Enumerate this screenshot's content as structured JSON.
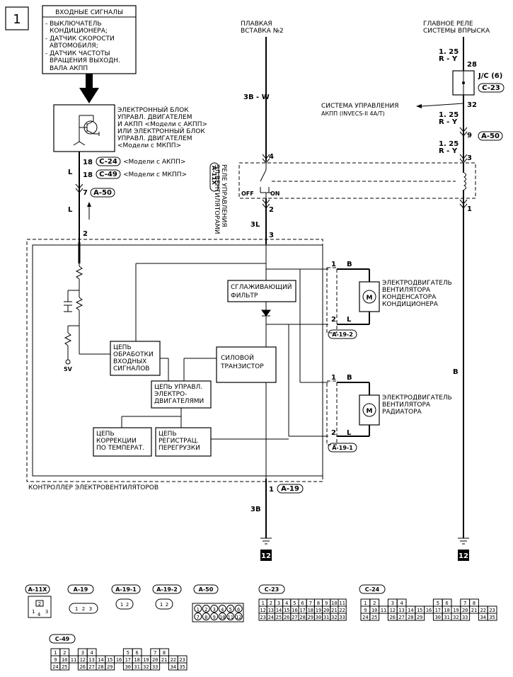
{
  "page_number": "1",
  "input_signals": {
    "title": "ВХОДНЫЕ СИГНАЛЫ",
    "lines": [
      "- ВЫКЛЮЧАТЕЛЬ",
      "КОНДИЦИОНЕРА;",
      "- ДАТЧИК СКОРОСТИ",
      "АВТОМОБИЛЯ;",
      "- ДАТЧИК ЧАСТОТЫ",
      "ВРАЩЕНИЯ ВЫХОДН.",
      "ВАЛА АКПП"
    ]
  },
  "ecu_label": [
    "ЭЛЕКТРОННЫЙ БЛОК",
    "УПРАВЛ. ДВИГАТЕЛЕМ",
    "И АКПП <Модели с АКПП>",
    "ИЛИ ЭЛЕКТРОННЫЙ БЛОК",
    "УПРАВЛ. ДВИГАТЕЛЕМ",
    "<Модели с МКПП>"
  ],
  "ecu_pins": [
    {
      "pin": "18",
      "conn": "C-24",
      "note": "<Модели с АКПП>"
    },
    {
      "pin": "18",
      "conn": "C-49",
      "note": "<Модели с МКПП>"
    }
  ],
  "fuse": [
    "ПЛАВКАЯ",
    "ВСТАВКА №2"
  ],
  "main_relay": [
    "ГЛАВНОЕ РЕЛЕ",
    "СИСТЕМЫ ВПРЫСКА"
  ],
  "wires": {
    "fuse_wire": "3B - W",
    "ecu_wire": "L",
    "ecu_wire2": "L",
    "relay_out": "3L",
    "ground_wire": "3B",
    "r_y_1": "1. 25",
    "r_y_1b": "R - Y",
    "r_y_2": "1. 25",
    "r_y_2b": "R - Y",
    "r_y_3": "1. 25",
    "r_y_3b": "R - Y",
    "b_wire": "B",
    "motor1_b": "B",
    "motor1_l": "L",
    "motor2_b": "B",
    "motor2_l": "L"
  },
  "pins": {
    "p28": "28",
    "p32": "32",
    "p9": "9",
    "p3r": "3",
    "p1r": "1",
    "p4": "4",
    "p2": "2",
    "p3": "3",
    "p7": "7",
    "p2c": "2",
    "p1g": "1",
    "m1_1": "1",
    "m1_2": "2",
    "m2_1": "1",
    "m2_2": "2"
  },
  "jc": {
    "label": "J/C (6)",
    "conn": "C-23"
  },
  "a50_conn": "A-50",
  "a50_conn2": "A-50",
  "tcu_label": [
    "СИСТЕМА УПРАВЛЕНИЯ",
    "АКПП (INVECS-II 4A/T)"
  ],
  "relay": {
    "name": [
      "РЕЛЕ УПРАВЛЕНИЯ",
      "ЭЛ.ВЕНТИЛЯТОРАМИ"
    ],
    "conn": "A-11X",
    "off": "OFF",
    "on": "ON"
  },
  "controller": {
    "label": "КОНТРОЛЛЕР ЭЛЕКТРОВЕНТИЛЯТОРОВ",
    "filter": [
      "СГЛАЖИВАЮЩИЙ",
      "ФИЛЬТР"
    ],
    "transistor": [
      "СИЛОВОЙ",
      "ТРАНЗИСТОР"
    ],
    "input_proc": [
      "ЦЕПЬ",
      "ОБРАБОТКИ",
      "ВХОДНЫХ",
      "СИГНАЛОВ"
    ],
    "motor_ctrl": [
      "ЦЕПЬ УПРАВЛ.",
      "ЭЛЕКТРО-",
      "ДВИГАТЕЛЯМИ"
    ],
    "temp_corr": [
      "ЦЕПЬ",
      "КОРРЕКЦИИ",
      "ПО ТЕМПЕРАТ."
    ],
    "overload": [
      "ЦЕПЬ",
      "РЕГИСТРАЦ.",
      "ПЕРЕГРУЗКИ"
    ],
    "v5": "5V",
    "conn": "A-19"
  },
  "motor1": {
    "label": [
      "ЭЛЕКТРОДВИГАТЕЛЬ",
      "ВЕНТИЛЯТОРА",
      "КОНДЕНСАТОРА",
      "КОНДИЦИОНЕРА"
    ],
    "conn": "A-19-2"
  },
  "motor2": {
    "label": [
      "ЭЛЕКТРОДВИГАТЕЛЬ",
      "ВЕНТИЛЯТОРА",
      "РАДИАТОРА"
    ],
    "conn": "A-19-1"
  },
  "ground_num": "12",
  "ground_num2": "12",
  "connectors": {
    "a11x": {
      "label": "A-11X",
      "pins": [
        "2",
        "1",
        "3",
        "4"
      ]
    },
    "a19": {
      "label": "A-19",
      "pins": [
        "1",
        "2",
        "3"
      ]
    },
    "a191": {
      "label": "A-19-1",
      "pins": [
        "1",
        "2"
      ]
    },
    "a192": {
      "label": "A-19-2",
      "pins": [
        "1",
        "2"
      ]
    },
    "a50": {
      "label": "A-50",
      "rows": [
        [
          "1",
          "2",
          "3",
          "4",
          "5",
          "6"
        ],
        [
          "7",
          "8",
          "9",
          "10",
          "11",
          "12"
        ]
      ]
    },
    "c23": {
      "label": "C-23",
      "rows": [
        [
          "1",
          "2",
          "3",
          "4",
          "5",
          "6",
          "7",
          "8",
          "9",
          "10",
          "11"
        ],
        [
          "12",
          "13",
          "14",
          "15",
          "16",
          "17",
          "18",
          "19",
          "20",
          "21",
          "22"
        ],
        [
          "23",
          "24",
          "25",
          "26",
          "27",
          "28",
          "29",
          "30",
          "31",
          "32",
          "33"
        ]
      ]
    },
    "c24": {
      "label": "C-24",
      "rows": [
        [
          "1",
          "2",
          "",
          "3",
          "4",
          "",
          "",
          "",
          "5",
          "6",
          "",
          "7",
          "8"
        ],
        [
          "9",
          "10",
          "11",
          "12",
          "13",
          "14",
          "15",
          "16",
          "17",
          "18",
          "19",
          "20",
          "21",
          "22",
          "23"
        ],
        [
          "24",
          "25",
          "",
          "26",
          "27",
          "28",
          "29",
          "",
          "30",
          "31",
          "32",
          "33",
          "",
          "34",
          "35"
        ]
      ]
    },
    "c49": {
      "label": "C-49",
      "rows": [
        [
          "1",
          "2",
          "",
          "3",
          "4",
          "",
          "",
          "",
          "5",
          "6",
          "",
          "7",
          "8"
        ],
        [
          "9",
          "10",
          "11",
          "12",
          "13",
          "14",
          "15",
          "16",
          "17",
          "18",
          "19",
          "20",
          "21",
          "22",
          "23"
        ],
        [
          "24",
          "25",
          "",
          "26",
          "27",
          "28",
          "29",
          "",
          "30",
          "31",
          "32",
          "33",
          "",
          "34",
          "35"
        ]
      ]
    }
  }
}
